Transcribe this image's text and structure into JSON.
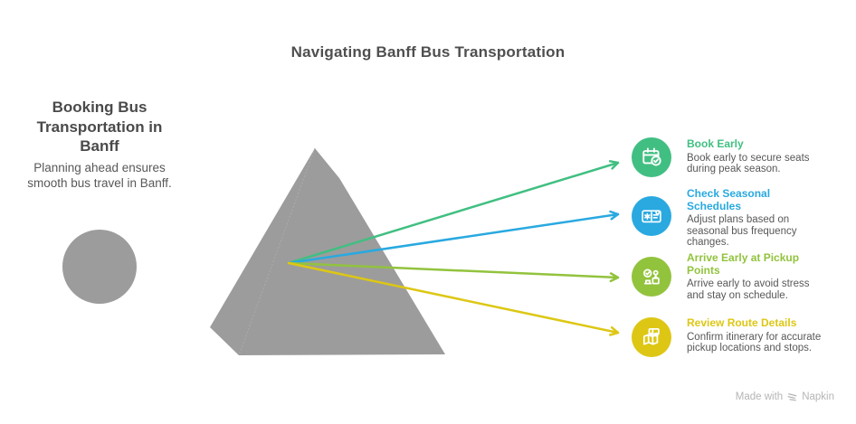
{
  "title": "Navigating Banff Bus Transportation",
  "left_panel": {
    "heading": "Booking Bus Transportation in Banff",
    "description": "Planning ahead ensures smooth bus travel in Banff."
  },
  "items": [
    {
      "title": "Book Early",
      "description": "Book early to secure seats during peak season.",
      "color": "#41bf82",
      "icon": "calendar-check-icon"
    },
    {
      "title": "Check Seasonal Schedules",
      "description": "Adjust plans based on seasonal bus frequency changes.",
      "color": "#29a9e0",
      "icon": "seasonal-schedule-icon"
    },
    {
      "title": "Arrive Early at Pickup Points",
      "description": "Arrive early to avoid stress and stay on schedule.",
      "color": "#92c33d",
      "icon": "waiting-person-check-icon"
    },
    {
      "title": "Review Route Details",
      "description": "Confirm itinerary for accurate pickup locations and stops.",
      "color": "#ddc714",
      "icon": "route-map-bus-icon"
    }
  ],
  "shapes": {
    "pyramid_color": "#9c9c9c",
    "circle_color": "#9c9c9c",
    "ridge_color": "#ababab"
  },
  "footer": {
    "made_with": "Made with",
    "brand": "Napkin",
    "color": "#b5b5b5"
  }
}
